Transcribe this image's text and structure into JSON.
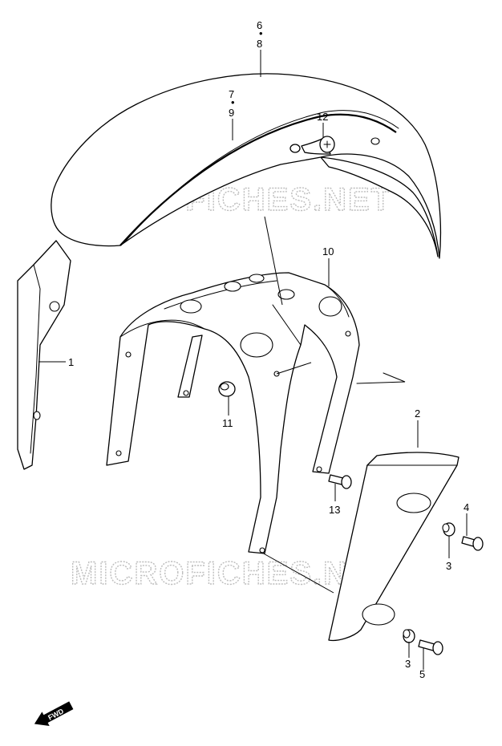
{
  "watermark": {
    "text": "MICROFICHES.NET"
  },
  "fwd_badge": {
    "label": "FWD"
  },
  "callouts": [
    {
      "id": "c6",
      "label": "6"
    },
    {
      "id": "c8",
      "label": "8"
    },
    {
      "id": "c7",
      "label": "7"
    },
    {
      "id": "c9",
      "label": "9"
    },
    {
      "id": "c12",
      "label": "12"
    },
    {
      "id": "c10",
      "label": "10"
    },
    {
      "id": "c1",
      "label": "1"
    },
    {
      "id": "c11",
      "label": "11"
    },
    {
      "id": "c2",
      "label": "2"
    },
    {
      "id": "c13",
      "label": "13"
    },
    {
      "id": "c4",
      "label": "4"
    },
    {
      "id": "c3a",
      "label": "3"
    },
    {
      "id": "c3b",
      "label": "3"
    },
    {
      "id": "c5",
      "label": "5"
    }
  ]
}
